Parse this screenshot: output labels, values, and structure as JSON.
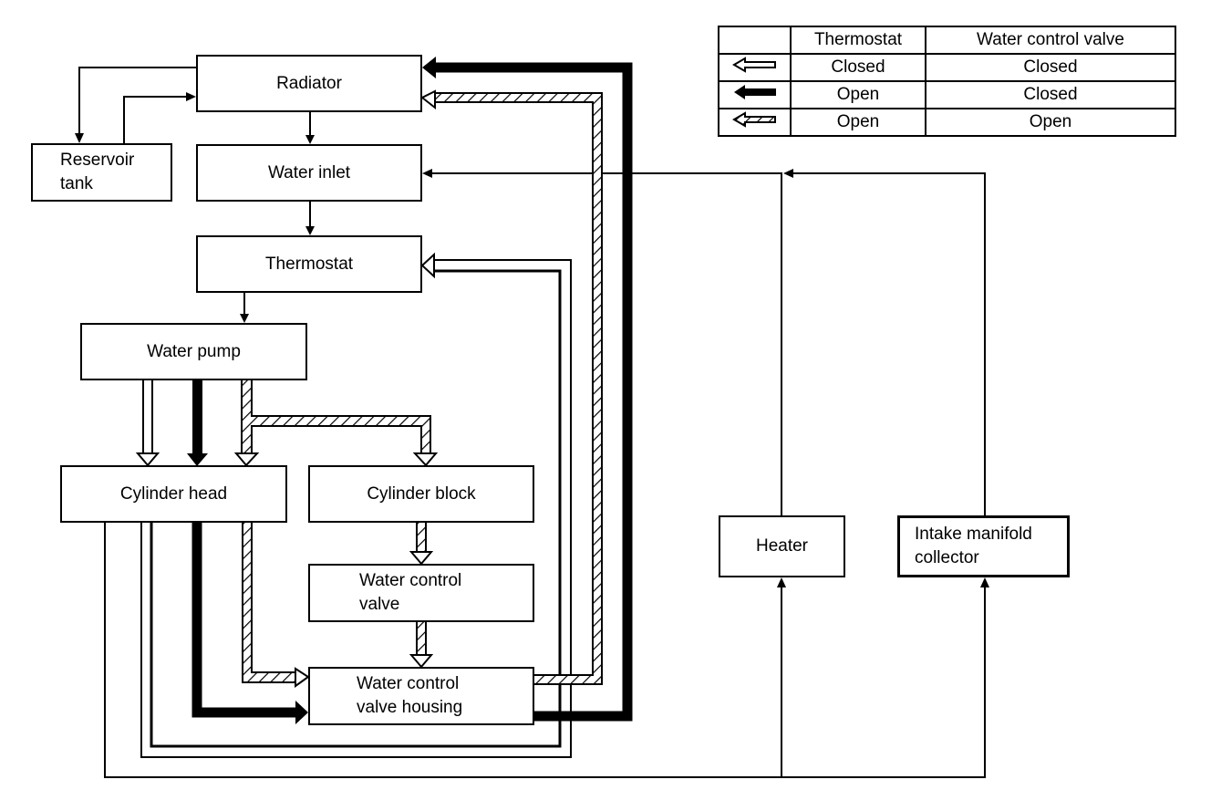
{
  "title": "Engine cooling system coolant flow diagram",
  "legend": {
    "headers": [
      "",
      "Thermostat",
      "Water control valve"
    ],
    "rows": [
      {
        "arrow_icon": "hollow-arrow-icon",
        "style": "hollow",
        "thermostat": "Closed",
        "water_control_valve": "Closed"
      },
      {
        "arrow_icon": "solid-arrow-icon",
        "style": "solid",
        "thermostat": "Open",
        "water_control_valve": "Closed"
      },
      {
        "arrow_icon": "hatched-arrow-icon",
        "style": "hatched",
        "thermostat": "Open",
        "water_control_valve": "Open"
      }
    ]
  },
  "components": {
    "radiator": "Radiator",
    "reservoir_tank": "Reservoir\ntank",
    "water_inlet": "Water inlet",
    "thermostat": "Thermostat",
    "water_pump": "Water pump",
    "cylinder_head": "Cylinder head",
    "cylinder_block": "Cylinder block",
    "water_control_valve": "Water control\nvalve",
    "water_control_valve_housing": "Water control\nvalve housing",
    "heater": "Heater",
    "intake_manifold_collector": "Intake manifold\ncollector"
  },
  "flows": [
    {
      "from": "radiator",
      "to": "reservoir_tank",
      "style": "thin"
    },
    {
      "from": "reservoir_tank",
      "to": "radiator",
      "style": "thin"
    },
    {
      "from": "radiator",
      "to": "water_inlet",
      "style": "thin"
    },
    {
      "from": "water_inlet",
      "to": "thermostat",
      "style": "thin"
    },
    {
      "from": "thermostat",
      "to": "water_pump",
      "style": "thin"
    },
    {
      "from": "water_pump",
      "to": "cylinder_head",
      "style": "hollow"
    },
    {
      "from": "water_pump",
      "to": "cylinder_head",
      "style": "solid"
    },
    {
      "from": "water_pump",
      "to": "cylinder_head",
      "style": "hatched"
    },
    {
      "from": "water_pump",
      "to": "cylinder_block",
      "style": "hatched"
    },
    {
      "from": "cylinder_block",
      "to": "water_control_valve",
      "style": "hatched"
    },
    {
      "from": "water_control_valve",
      "to": "water_control_valve_housing",
      "style": "hatched"
    },
    {
      "from": "cylinder_head",
      "to": "water_control_valve_housing",
      "style": "hatched"
    },
    {
      "from": "cylinder_head",
      "to": "water_control_valve_housing",
      "style": "solid"
    },
    {
      "from": "water_control_valve_housing",
      "to": "radiator",
      "style": "hatched"
    },
    {
      "from": "water_control_valve_housing",
      "to": "radiator",
      "style": "solid"
    },
    {
      "from": "cylinder_head",
      "to": "thermostat",
      "style": "hollow"
    },
    {
      "from": "cylinder_head",
      "to": "heater",
      "style": "thin"
    },
    {
      "from": "cylinder_head",
      "to": "intake_manifold_collector",
      "style": "thin"
    },
    {
      "from": "heater",
      "to": "water_inlet",
      "style": "thin"
    },
    {
      "from": "intake_manifold_collector",
      "to": "water_inlet",
      "style": "thin"
    }
  ]
}
